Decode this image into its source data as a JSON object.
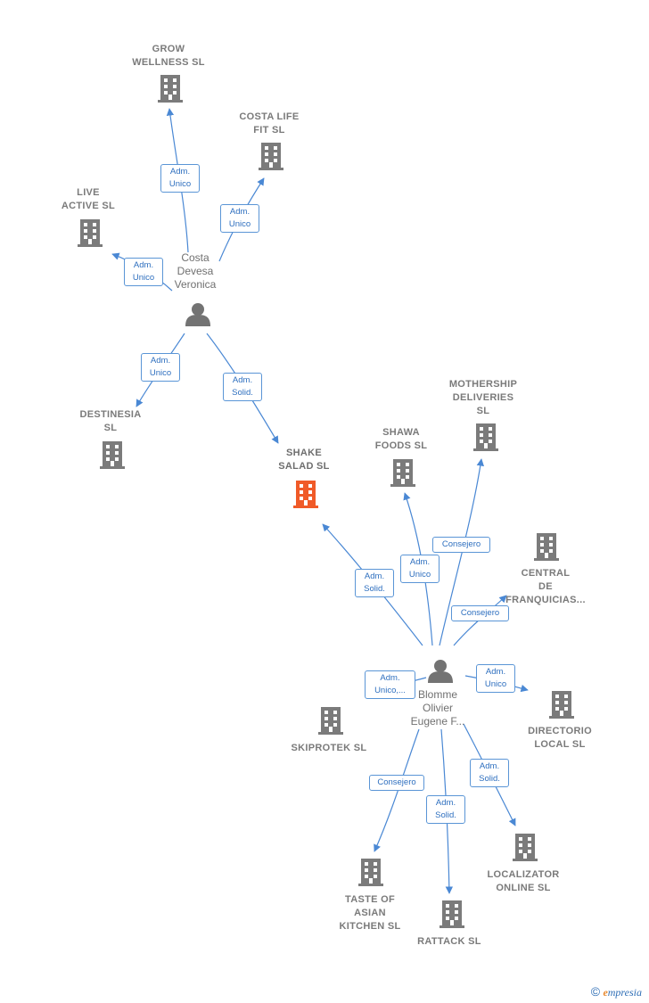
{
  "colors": {
    "edge": "#4a88d4",
    "building": "#7b7b7b",
    "focus": "#f05a28",
    "person": "#737373"
  },
  "people": {
    "costa": {
      "name": "Costa\nDevesa\nVeronica"
    },
    "blomme": {
      "name": "Blomme\nOlivier\nEugene F..."
    }
  },
  "companies": {
    "grow": "GROW\nWELLNESS  SL",
    "costalife": "COSTA LIFE\nFIT  SL",
    "live": "LIVE\nACTIVE  SL",
    "destinesia": "DESTINESIA\nSL",
    "shake": "SHAKE\nSALAD  SL",
    "shawa": "SHAWA\nFOODS  SL",
    "mothership": "MOTHERSHIP\nDELIVERIES\nSL",
    "central": "CENTRAL\nDE\nFRANQUICIAS...",
    "directorio": "DIRECTORIO\nLOCAL  SL",
    "skiprotek": "SKIPROTEK  SL",
    "localizator": "LOCALIZATOR\nONLINE  SL",
    "taste": "TASTE OF\nASIAN\nKITCHEN  SL",
    "rattack": "RATTACK  SL"
  },
  "edges": {
    "costa_grow": "Adm.\nUnico",
    "costa_costalife": "Adm.\nUnico",
    "costa_live": "Adm.\nUnico",
    "costa_destinesia": "Adm.\nUnico",
    "costa_shake": "Adm.\nSolid.",
    "blomme_shake": "Adm.\nSolid.",
    "blomme_shawa": "Adm.\nUnico",
    "blomme_mothership": "Consejero",
    "blomme_central": "Consejero",
    "blomme_skiprotek": "Adm.\nUnico,...",
    "blomme_directorio": "Adm.\nUnico",
    "blomme_localizator": "Adm.\nSolid.",
    "blomme_taste": "Consejero",
    "blomme_rattack": "Adm.\nSolid."
  },
  "footer": {
    "copyright": "©",
    "brand_initial": "e",
    "brand_rest": "mpresia"
  }
}
